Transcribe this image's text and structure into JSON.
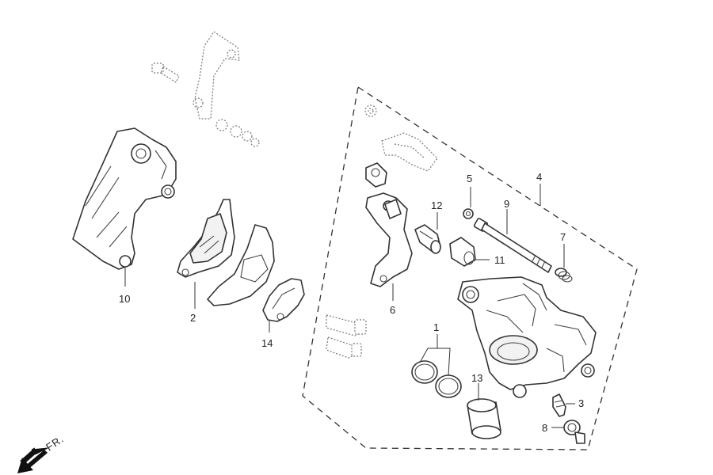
{
  "callouts": {
    "c1": "1",
    "c2": "2",
    "c3": "3",
    "c4": "4",
    "c5": "5",
    "c6": "6",
    "c7": "7",
    "c8": "8",
    "c9": "9",
    "c10": "10",
    "c11": "11",
    "c12": "12",
    "c13": "13",
    "c14": "14"
  },
  "direction_label": "FR.",
  "icons": {
    "direction": "arrow-down-left-icon"
  }
}
